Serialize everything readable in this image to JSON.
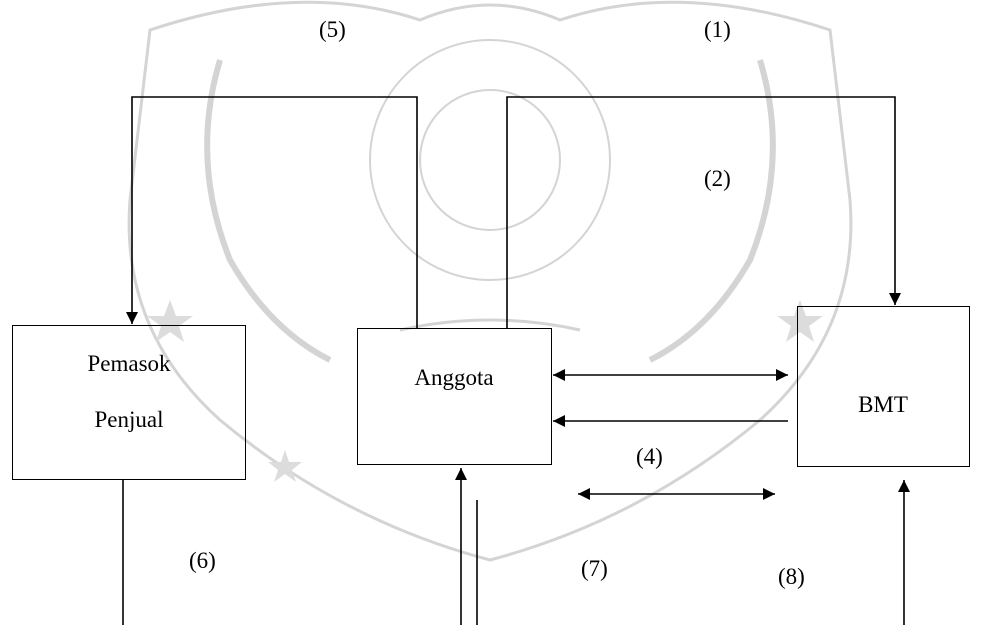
{
  "entities": {
    "supplier_line1": "Pemasok",
    "supplier_line2": "Penjual",
    "member": "Anggota",
    "bmt": "BMT"
  },
  "flow_labels": {
    "l1": "(1)",
    "l2": "(2)",
    "l4": "(4)",
    "l5": "(5)",
    "l6": "(6)",
    "l7": "(7)",
    "l8": "(8)"
  },
  "colors": {
    "line": "#000000",
    "watermark": "#d0d0d0",
    "background": "#ffffff"
  }
}
